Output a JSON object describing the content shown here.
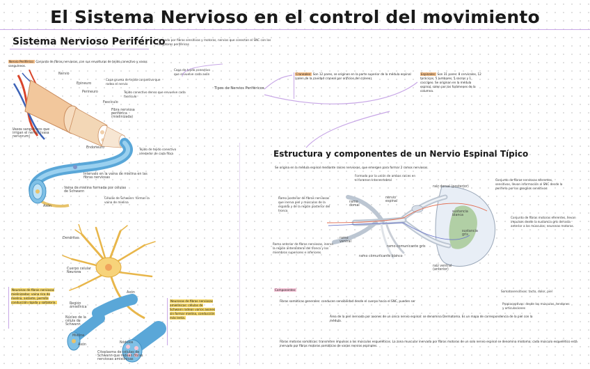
{
  "title": "El Sistema Nervioso en el control del movimiento",
  "snp": {
    "heading": "Sistema Nervioso Periférico",
    "definition": "Formado por fibras sensitivas y motoras, nervios que conectan el SNC con los receptores periféricos"
  },
  "nerve_figure": {
    "caption_label": "Nervio Periférico:",
    "caption_text": "Conjunto de fibras nerviosas, con sus envolturas de tejido conectivo y vasos sanguíneos.",
    "labels": {
      "nervio": "Nervio",
      "epineuro": "Epineuro",
      "perineuro": "Perineuro",
      "fasciculo": "Fascículo",
      "fibra": "Fibra nerviosa periférica (mielinizada)",
      "vasos": "Vasos sanguíneos que irrigan el nervio (vasa nervorum)",
      "endoneuro": "Endoneuro",
      "intervalo": "Intervalo en la vaina de mielina en las fibras nerviosas",
      "vaina": "Vaina de mielina formada por células de Schwann",
      "axon": "Axón"
    },
    "notes": {
      "epineuro": "Capa gruesa de tejido conjuntivo que rodea el nervio",
      "perineuro": "Tejido conectivo denso que envuelve cada fascículo",
      "endoneuro_txt": "Tejido de tejido conectivo alrededor de cada fibra",
      "capa_tejido": "Capa de tejido conectivo que envuelve cada axón",
      "schwann_note": "Células de Schwann: forman la vaina de mielina"
    }
  },
  "neuron_figure": {
    "labels": {
      "dendritas": "Dendritas",
      "cuerpo": "Cuerpo celular Neurona",
      "region": "Región amielínica",
      "nucleo": "Núcleo de la célula de Schwann",
      "mielina": "Mielina",
      "axon": "Axón",
      "axon2": "Axón",
      "nodulos": "Nódulos",
      "citoplasma": "Citoplasma de células de Schwann que rodean fibras nerviosas amielínicas"
    },
    "note_mielin": "Neuronas de fibras nerviosas mielinizadas: vaina rica de mielina, aislante, permite conducción rápida y saltatoria.",
    "note_amielin": "Neuronas de fibras nerviosas amielínicas: células de Schwann rodean varios axones sin formar mielina, conducción más lenta."
  },
  "tipos": "Tipos de Nervios Periféricos",
  "craneales": {
    "label": "Craneales:",
    "text": "Son 12 pares, se originan en la parte superior de la médula espinal (salen de la cavidad craneal por orificios del cráneo)"
  },
  "espinales": {
    "label": "Espinales:",
    "text": "Son 31 pares: 8 cervicales, 12 torácicos, 5 lumbares, 5 sacros y 1 coccígeo. Se originan en la médula espinal, salen por los forámenes de la columna."
  },
  "estructura": {
    "heading": "Estructura y componentes de un Nervio Espinal Típico",
    "subtitle": "Se origina en la médula espinal mediante raíces nerviosas, que emergen para formar 2 ramos nerviosos.",
    "raiz_note": "Formado por la unión de ambas raíces en el foramen intervertebral",
    "labels": {
      "raiz_dorsal": "raíz dorsal (posterior)",
      "raiz_ventral": "raíz ventral (anterior)",
      "nervio_espinal": "nervio espinal",
      "ramo_dorsal": "ramo dorsal",
      "ramo_ventral": "ramo ventral",
      "ramo_gris": "ramo comunicante gris",
      "ramo_blanco": "ramo comunicante blanco",
      "sustancia_blanca": "sustancia blanca",
      "sustancia_gris": "sustancia gris"
    },
    "note_dorsal_root": "Conjunto de fibras nerviosas aferentes, sensitivas, llevan información al SNC desde la periferia por los ganglios sensitivos.",
    "note_ramo_dorsal": "Ramo posterior de fibras nerviosas que inerva piel y músculos de la espalda y de la región posterior del tronco.",
    "note_ramo_ventral": "Ramo anterior de fibras nerviosas, inerva la región anterolateral del tronco y los miembros superiores e inferiores.",
    "note_ventral_root": "Conjunto de fibras motoras eferentes, llevan impulsos desde la sustancia gris del asta anterior a los músculos; neuronas motoras."
  },
  "componentes": {
    "label": "Componentes:",
    "item1": "Fibras somáticas generales: conducen sensibilidad desde el cuerpo hacia el SNC, pueden ser",
    "item1_a": "Somatosensitivas: tacto, dolor, piel",
    "item1_b": "Propioceptivas: desde los músculos, tendones y articulaciones",
    "dermatoma": "Área de la piel inervada por axones de un único nervio espinal: se denomina Dermatoma. Es un mapa de correspondencia de la piel con la médula.",
    "item2": "Fibras motoras somáticas: transmiten impulsos a los músculos esqueléticos. La zona muscular inervada por fibras motoras de un solo nervio espinal se denomina miotoma; cada músculo esquelético está inervado por fibras motoras somáticas de varios nervios espinales."
  },
  "colors": {
    "accent": "#c7a6e6",
    "highlight_orange": "#f6c08a",
    "highlight_yellow": "#f6d86a",
    "highlight_pink": "#f7c4d8",
    "myelin_blue": "#5aa7d8",
    "neuron_yellow": "#f7d37a",
    "gray_matter": "#9fc48a"
  }
}
